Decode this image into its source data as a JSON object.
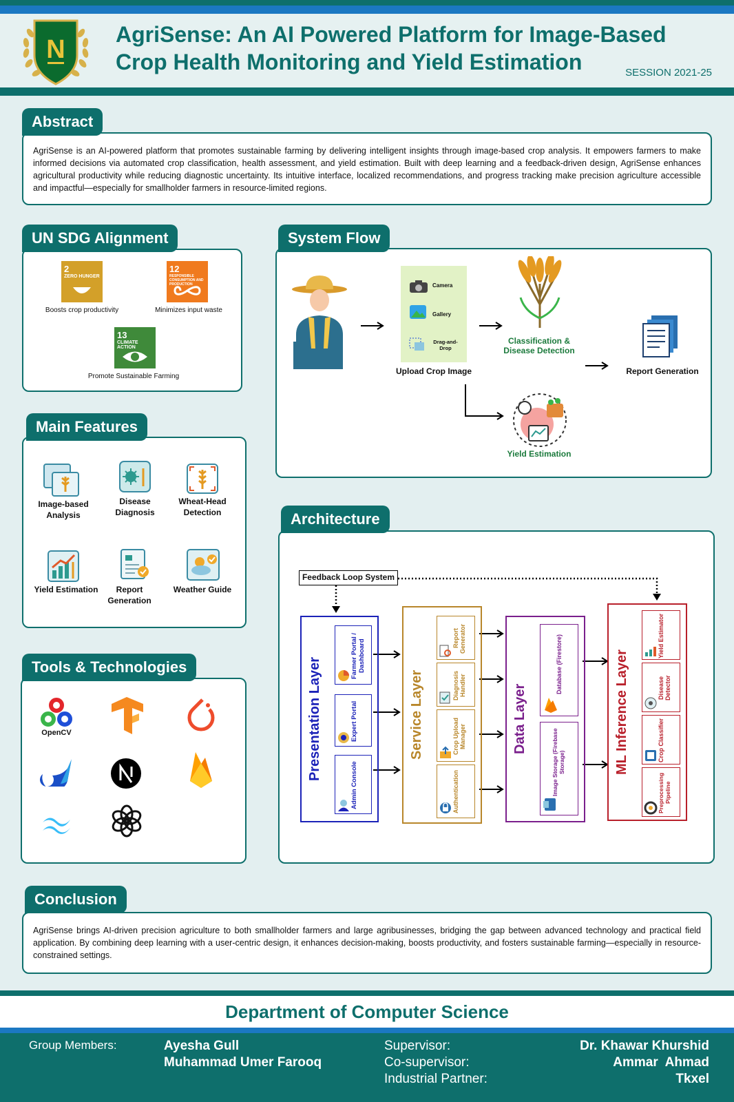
{
  "header": {
    "logo_letter": "N",
    "title_line1": "AgriSense: An AI Powered Platform for Image-Based",
    "title_line2": "Crop Health Monitoring and Yield Estimation",
    "session": "SESSION 2021-25"
  },
  "abstract": {
    "heading": "Abstract",
    "text": "AgriSense is an AI-powered platform that promotes sustainable farming by delivering intelligent insights through image-based crop analysis. It empowers farmers to make informed decisions via automated crop classification, health assessment, and yield estimation. Built with deep learning and a feedback-driven design, AgriSense enhances agricultural productivity while reducing diagnostic uncertainty. Its intuitive interface, localized recommendations, and progress tracking make precision agriculture accessible and impactful—especially for smallholder farmers in resource-limited regions."
  },
  "sdg": {
    "heading": "UN SDG Alignment",
    "items": [
      {
        "num": "2",
        "tile": "ZERO HUNGER",
        "caption": "Boosts crop productivity",
        "color": "#d3a029"
      },
      {
        "num": "12",
        "tile": "RESPONSIBLE CONSUMPTION AND PRODUCTION",
        "caption": "Minimizes input waste",
        "color": "#f07a1e"
      },
      {
        "num": "13",
        "tile": "CLIMATE ACTION",
        "caption": "Promote Sustainable Farming",
        "color": "#3f8a3a"
      }
    ]
  },
  "features": {
    "heading": "Main Features",
    "items": [
      {
        "label": "Image-based Analysis",
        "icon": "image-icon"
      },
      {
        "label": "Disease Diagnosis",
        "icon": "virus-icon"
      },
      {
        "label": "Wheat-Head Detection",
        "icon": "wheat-icon"
      },
      {
        "label": "Yield Estimation",
        "icon": "chart-icon"
      },
      {
        "label": "Report Generation",
        "icon": "report-icon"
      },
      {
        "label": "Weather Guide",
        "icon": "weather-icon"
      }
    ]
  },
  "tools": {
    "heading": "Tools & Technologies",
    "items": [
      "OpenCV",
      "TensorFlow",
      "PyTorch",
      "Flutter",
      "Next.js",
      "Firebase",
      "Tailwind",
      "OpenAI"
    ],
    "opencv_label": "OpenCV"
  },
  "flow": {
    "heading": "System Flow",
    "camera": "Camera",
    "gallery": "Gallery",
    "drag_drop": "Drag-and-Drop",
    "upload": "Upload Crop Image",
    "classification": "Classification & Disease Detection",
    "report": "Report Generation",
    "yield": "Yield Estimation"
  },
  "architecture": {
    "heading": "Architecture",
    "feedback": "Feedback Loop System",
    "presentation": {
      "title": "Presentation Layer",
      "items": [
        "Farmer Portal / Dashboard",
        "Expert Portal",
        "Admin Console"
      ],
      "color": "#1b22b8"
    },
    "service": {
      "title": "Service Layer",
      "items": [
        "Report Generator",
        "Diagnosis Handler",
        "Crop Upload Manager",
        "Authentication"
      ],
      "color": "#b8862a"
    },
    "data": {
      "title": "Data Layer",
      "items": [
        "Database (Firestore)",
        "Image Storage (Firebase Storage)"
      ],
      "color": "#7a1f8c"
    },
    "ml": {
      "title": "ML Inference Layer",
      "items": [
        "Yield Estimator",
        "Disease Detector",
        "Crop Classifier",
        "Preprocessing Pipeline"
      ],
      "color": "#b81f2a"
    }
  },
  "conclusion": {
    "heading": "Conclusion",
    "text": "AgriSense brings AI-driven precision agriculture to both smallholder farmers and large agribusinesses, bridging the gap between advanced technology and practical field application. By combining deep learning with a user-centric design, it enhances decision-making, boosts productivity, and fosters sustainable farming—especially in resource-constrained settings."
  },
  "footer": {
    "department": "Department of Computer Science",
    "group_label": "Group Members:",
    "members": [
      "Ayesha Gull",
      "Muhammad Umer Farooq"
    ],
    "supervisor_label": "Supervisor:",
    "cosupervisor_label": "Co-supervisor:",
    "partner_label": "Industrial Partner:",
    "supervisor": "Dr. Khawar Khurshid",
    "cosupervisor": "Ammar  Ahmad",
    "partner": "Tkxel"
  }
}
